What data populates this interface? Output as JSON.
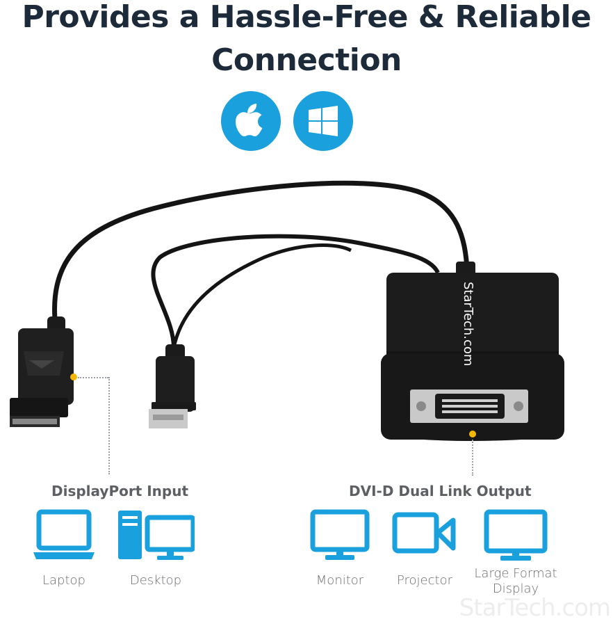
{
  "headline": {
    "line1": "Provides a Hassle-Free & Reliable",
    "line2": "Connection"
  },
  "os_icons": [
    "apple-logo",
    "windows-logo"
  ],
  "brand_color": "#1aa0dc",
  "accent_dot_color": "#f6b800",
  "adapter_brand": "StarTech.com",
  "input": {
    "title": "DisplayPort Input",
    "devices": [
      {
        "label": "Laptop",
        "icon": "laptop-icon"
      },
      {
        "label": "Desktop",
        "icon": "desktop-icon"
      }
    ]
  },
  "output": {
    "title": "DVI-D Dual Link Output",
    "devices": [
      {
        "label": "Monitor",
        "icon": "monitor-icon"
      },
      {
        "label": "Projector",
        "icon": "projector-icon"
      },
      {
        "label_line1": "Large Format",
        "label_line2": "Display",
        "icon": "large-display-icon"
      }
    ]
  },
  "watermark": "StarTech.com"
}
